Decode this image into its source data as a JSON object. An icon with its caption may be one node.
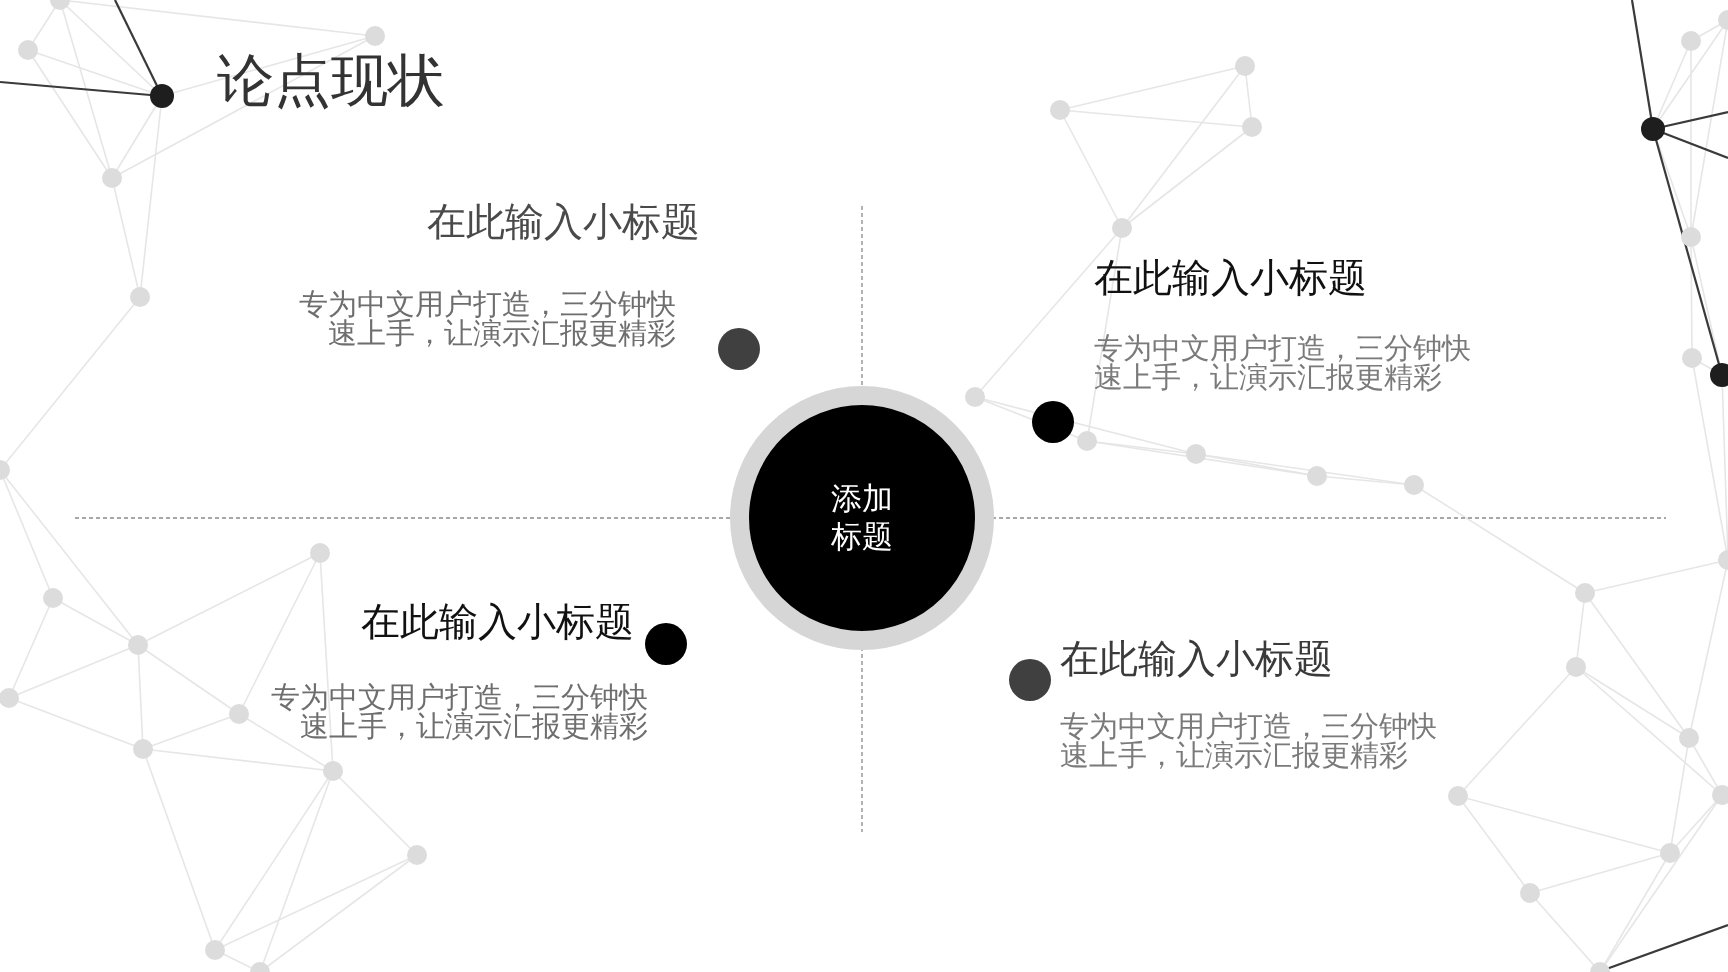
{
  "diagram": {
    "title": "论点现状",
    "nodes": [
      {
        "text": [
          "添加标题"
        ]
      }
    ],
    "labels": [
      "在此输入小标题",
      "专为中文用户打造，三分钟快速上手，让演示汇报更精彩",
      "在此输入小标题",
      "专为中文用户打造，三分钟快速上手，让演示汇报更精彩",
      "在此输入小标题",
      "专为中文用户打造，三分钟快速上手，让演示汇报更精彩",
      "在此输入小标题",
      "专为中文用户打造，三分钟快速上手，让演示汇报更精彩"
    ]
  }
}
